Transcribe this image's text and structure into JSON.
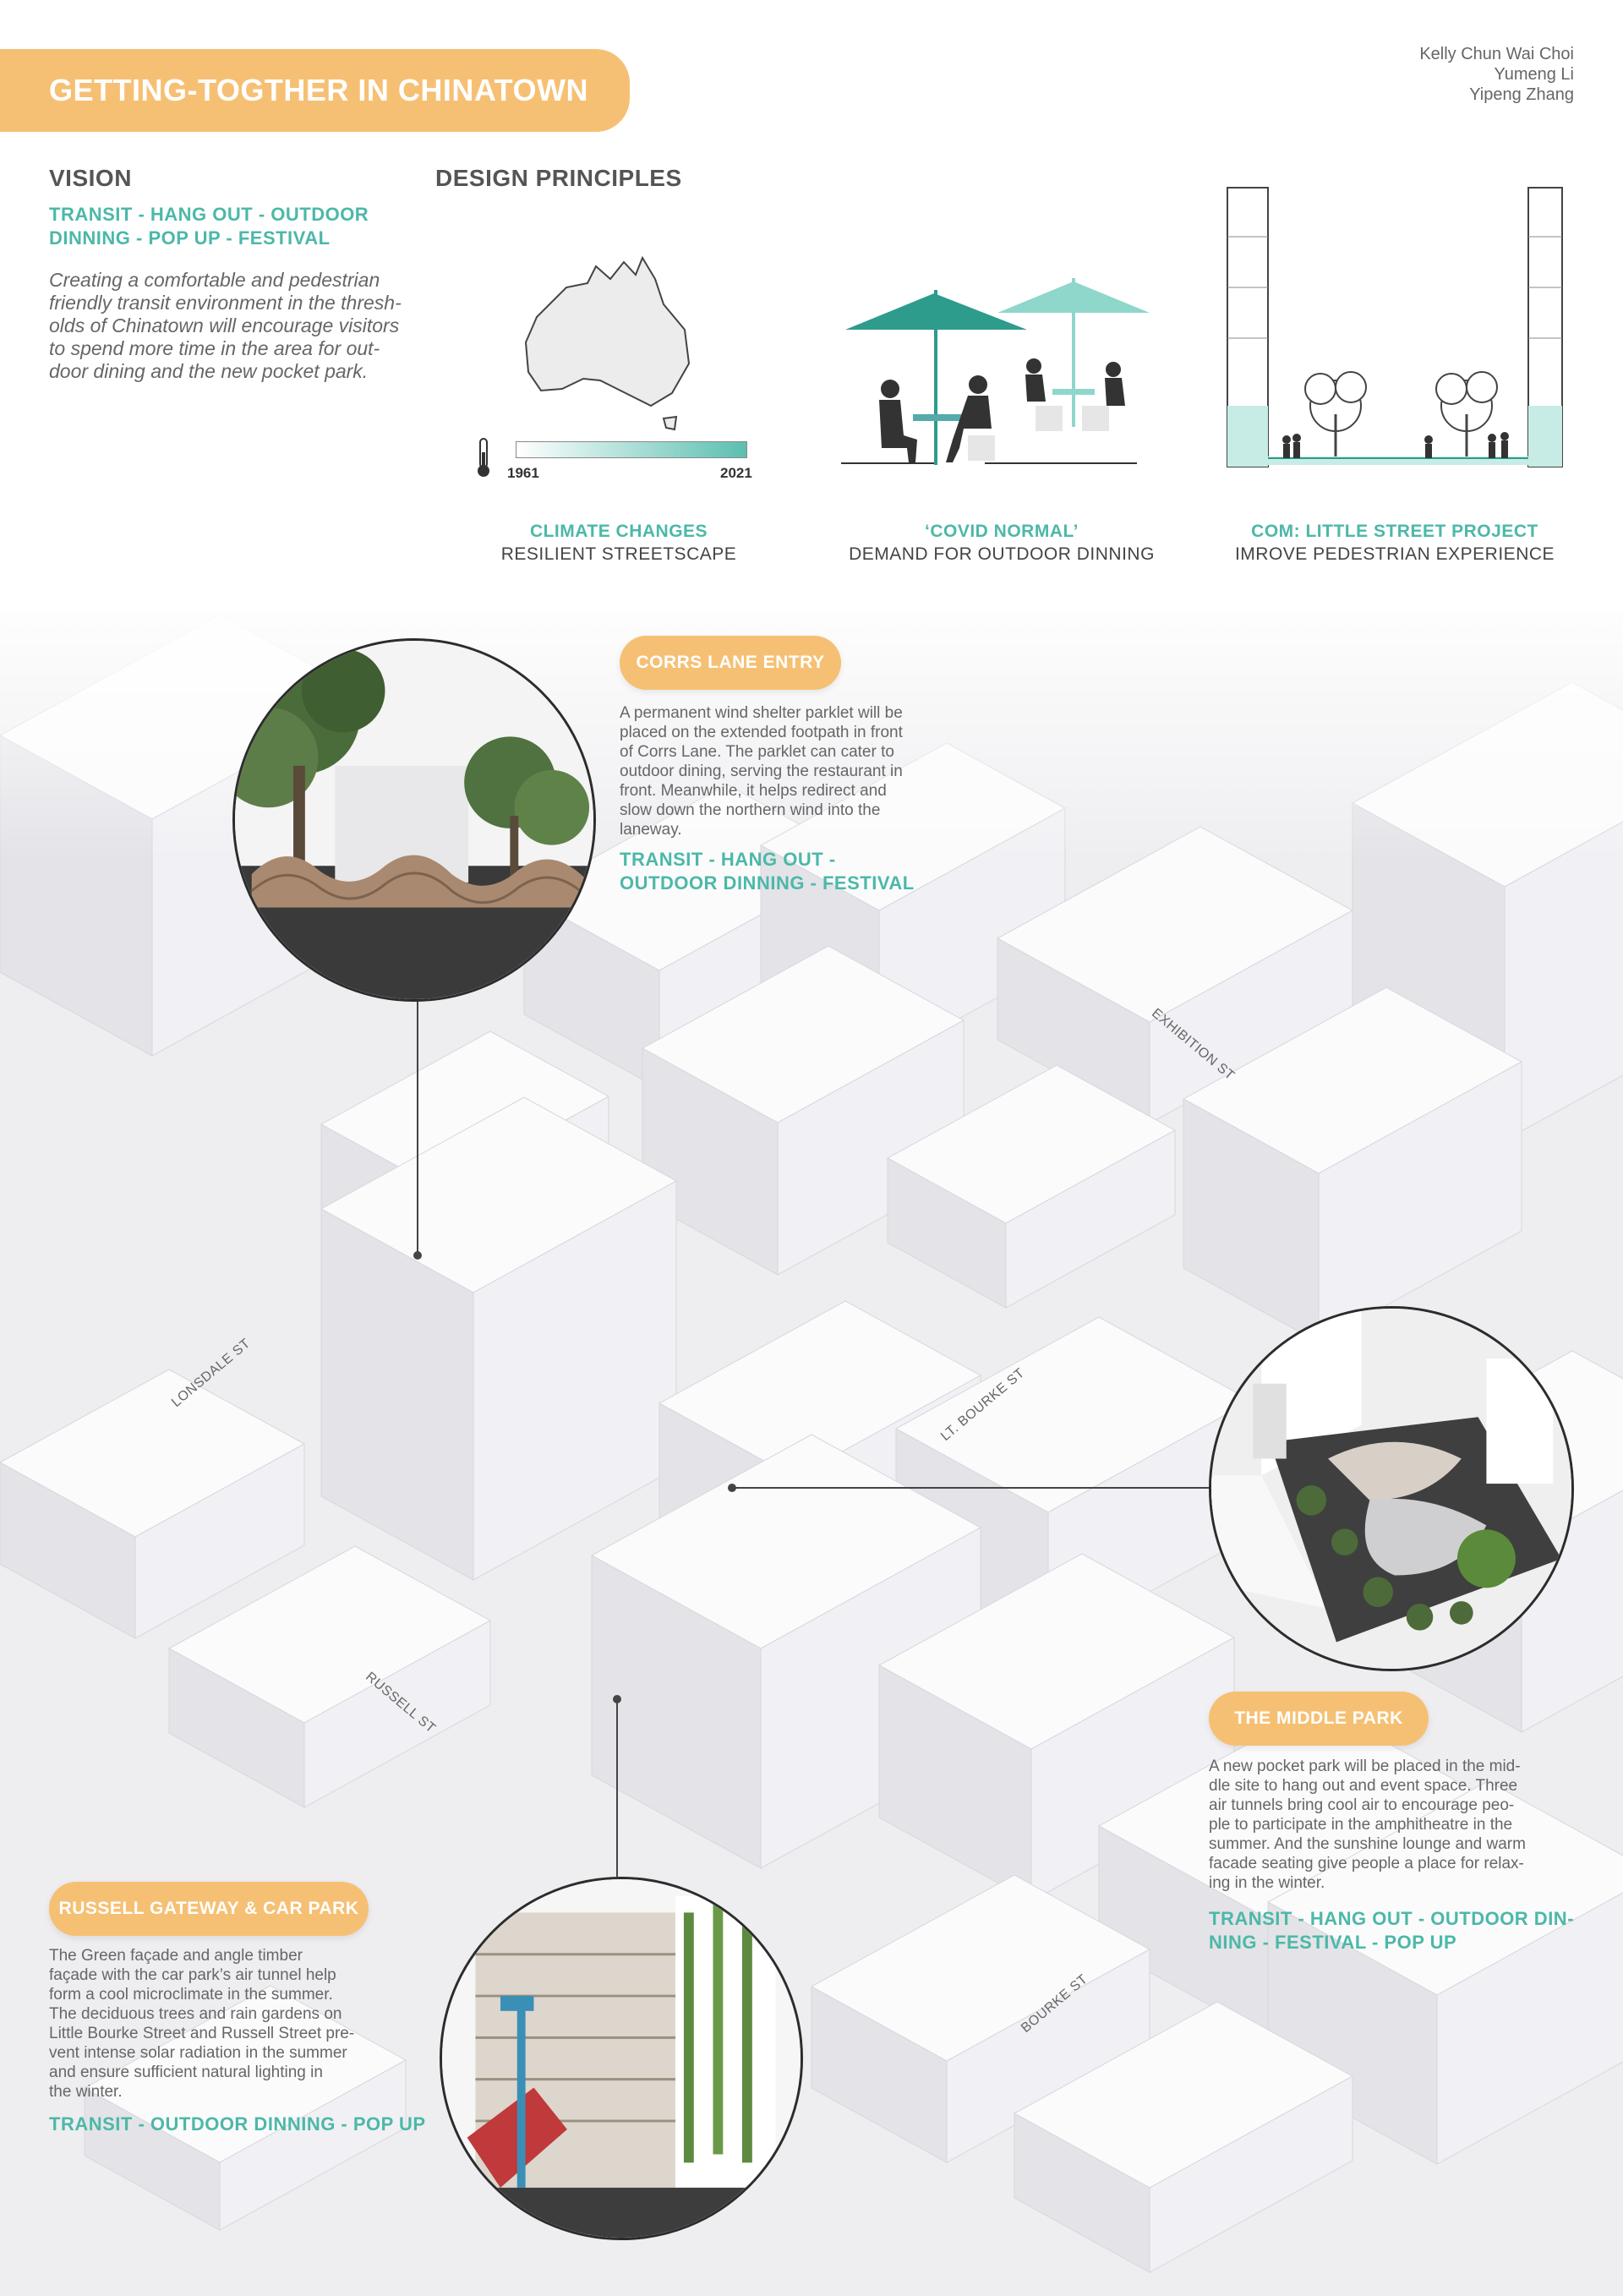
{
  "title": "GETTING-TOGTHER IN CHINATOWN",
  "authors": [
    "Kelly Chun Wai Choi",
    "Yumeng Li",
    "Yipeng Zhang"
  ],
  "vision": {
    "heading": "VISION",
    "tags": [
      "TRANSIT - HANG OUT - OUTDOOR",
      "DINNING - POP UP - FESTIVAL"
    ],
    "body": [
      "Creating a comfortable and pedestrian",
      "friendly transit environment in the thresh-",
      "olds of Chinatown will encourage visitors",
      "to spend more time in the area for out-",
      "door dining and the new pocket park."
    ]
  },
  "principles": {
    "heading": "DESIGN PRINCIPLES",
    "climate": {
      "start_year": "1961",
      "end_year": "2021",
      "top": "CLIMATE CHANGES",
      "bottom": "RESILIENT STREETSCAPE"
    },
    "covid": {
      "top": "‘COVID NORMAL’",
      "bottom": "DEMAND FOR OUTDOOR DINNING"
    },
    "com": {
      "top": "COM: LITTLE STREET PROJECT",
      "bottom": "IMROVE PEDESTRIAN EXPERIENCE"
    }
  },
  "streets": {
    "exhibition": "EXHIBITION ST",
    "lonsdale": "LONSDALE ST",
    "lt_bourke": "LT. BOURKE ST",
    "russell": "RUSSELL ST",
    "bourke": "BOURKE ST"
  },
  "corrs": {
    "label": "CORRS LANE ENTRY",
    "body": [
      "A permanent wind shelter parklet will be",
      "placed on the extended footpath in front",
      "of Corrs Lane. The parklet can cater to",
      "outdoor dining, serving the restaurant in",
      "front. Meanwhile, it helps redirect and",
      "slow down the northern wind into the",
      "laneway."
    ],
    "tags": [
      "TRANSIT - HANG OUT -",
      "OUTDOOR DINNING - FESTIVAL"
    ]
  },
  "middle": {
    "label": "THE MIDDLE PARK",
    "body": [
      "A new pocket park will be placed in the mid-",
      "dle site to hang out and event space. Three",
      "air tunnels bring cool air to encourage peo-",
      "ple to participate in the amphitheatre in the",
      "summer. And the sunshine lounge and warm",
      "facade seating give people a place for relax-",
      "ing in the winter."
    ],
    "tags": [
      "TRANSIT - HANG OUT - OUTDOOR DIN-",
      "NING - FESTIVAL - POP UP"
    ]
  },
  "russell": {
    "label": "RUSSELL GATEWAY & CAR PARK",
    "body": [
      "The Green façade and angle timber",
      "façade with the car park’s air tunnel help",
      "form a cool microclimate in the summer.",
      "The deciduous trees and rain gardens on",
      "Little Bourke Street and Russell Street pre-",
      "vent intense solar radiation in the summer",
      "and ensure sufficient natural lighting in",
      "the winter."
    ],
    "tags": [
      "TRANSIT - OUTDOOR DINNING - POP UP"
    ]
  },
  "colors": {
    "accent": "#f6c074",
    "teal": "#4cb8a8"
  }
}
